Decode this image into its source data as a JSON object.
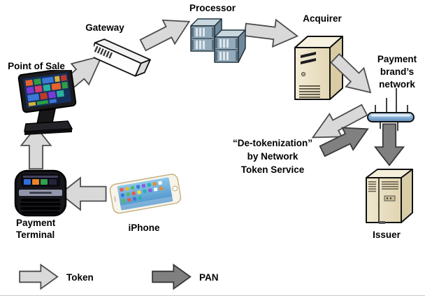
{
  "nodes": {
    "pos": {
      "label": "Point of Sale"
    },
    "gateway": {
      "label": "Gateway"
    },
    "processor": {
      "label": "Processor"
    },
    "acquirer": {
      "label": "Acquirer"
    },
    "payment_brand_network": {
      "label": "Payment\nbrand’s\nnetwork"
    },
    "detokenization": {
      "label": "“De-tokenization”\nby Network\nToken Service"
    },
    "issuer": {
      "label": "Issuer"
    },
    "payment_terminal": {
      "label": "Payment\nTerminal"
    },
    "iphone": {
      "label": "iPhone"
    }
  },
  "legend": {
    "token": {
      "label": "Token"
    },
    "pan": {
      "label": "PAN"
    }
  },
  "colors": {
    "token_arrow": "#d9d9d9",
    "pan_arrow": "#808080",
    "arrow_outline": "#4d4d4d",
    "pan_outline": "#383838",
    "label_color": "#000000"
  },
  "flows": [
    {
      "from": "iPhone",
      "to": "Payment Terminal",
      "carries": "Token"
    },
    {
      "from": "Payment Terminal",
      "to": "Point of Sale",
      "carries": "Token"
    },
    {
      "from": "Point of Sale",
      "to": "Gateway",
      "carries": "Token"
    },
    {
      "from": "Gateway",
      "to": "Processor",
      "carries": "Token"
    },
    {
      "from": "Processor",
      "to": "Acquirer",
      "carries": "Token"
    },
    {
      "from": "Acquirer",
      "to": "Payment brand’s network",
      "carries": "Token"
    },
    {
      "from": "Payment brand’s network",
      "to": "“De-tokenization” by Network Token Service",
      "carries": "Token"
    },
    {
      "from": "“De-tokenization” by Network Token Service",
      "to": "Payment brand’s network",
      "carries": "PAN"
    },
    {
      "from": "Payment brand’s network",
      "to": "Issuer",
      "carries": "PAN"
    }
  ]
}
